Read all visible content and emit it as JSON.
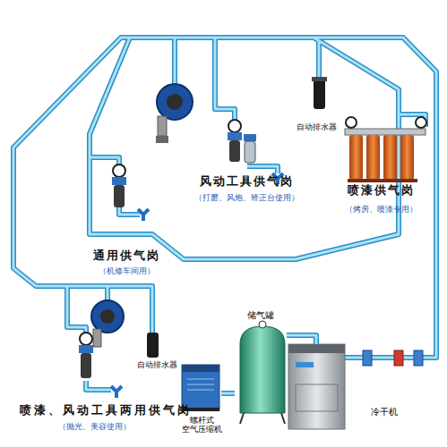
{
  "diagram": {
    "nodes": [
      {
        "text": [
          "风动工具供气岗",
          "（打磨、风炮、矫正台使用）"
        ]
      },
      {
        "text": [
          "喷漆供气岗",
          "（烤房、喷漆专用）"
        ]
      },
      {
        "text": [
          "通用供气岗",
          "（机修车间用）"
        ]
      },
      {
        "text": [
          "储气罐"
        ]
      },
      {
        "text": [
          "冷干机"
        ]
      },
      {
        "text": [
          "喷漆、风动工具两用供气岗",
          "（抛光、美容使用）"
        ]
      },
      {
        "text": [
          "螺杆式 空气压缩机"
        ]
      }
    ],
    "edges": [
      {
        "from": 6,
        "to": 3,
        "arrow": "none"
      },
      {
        "from": 3,
        "to": 4,
        "arrow": "none"
      }
    ],
    "labels": [
      "自动排水器",
      "自动排水器"
    ]
  }
}
